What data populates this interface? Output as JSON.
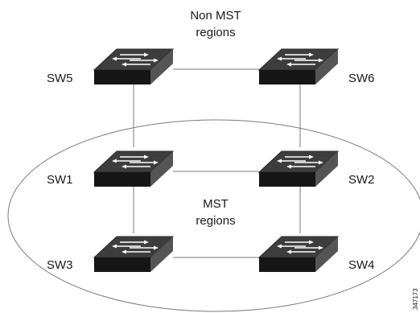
{
  "regions": {
    "non_mst": {
      "line1": "Non MST",
      "line2": "regions"
    },
    "mst": {
      "line1": "MST",
      "line2": "regions"
    }
  },
  "switches": {
    "sw5": {
      "label": "SW5"
    },
    "sw6": {
      "label": "SW6"
    },
    "sw1": {
      "label": "SW1"
    },
    "sw2": {
      "label": "SW2"
    },
    "sw3": {
      "label": "SW3"
    },
    "sw4": {
      "label": "SW4"
    }
  },
  "figure_id": "347173",
  "colors": {
    "switch_top": "#3b3b3b",
    "switch_front": "#151515",
    "switch_side": "#555555",
    "arrow": "#ffffff",
    "line": "#7a7a7a"
  }
}
